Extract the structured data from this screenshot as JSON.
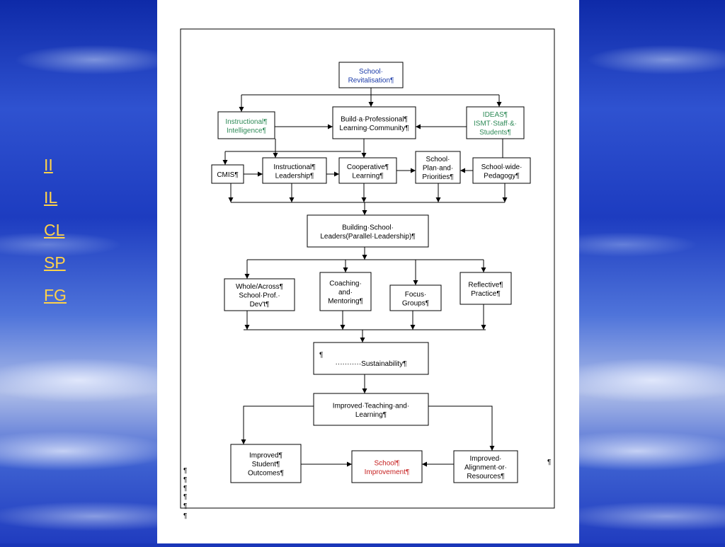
{
  "nav": {
    "items": [
      "II",
      "IL",
      "CL",
      "SP",
      "FG"
    ]
  },
  "colors": {
    "blue": "#1a3aa8",
    "green": "#2e8a57",
    "red": "#c62020",
    "nav_link": "#ffd24a"
  },
  "nodes": {
    "school_revitalisation": [
      "School·",
      "Revitalisation¶"
    ],
    "instructional_intelligence": [
      "Instructional¶",
      "Intelligence¶"
    ],
    "build_plc": [
      "Build·a·Professional¶",
      "Learning·Community¶"
    ],
    "ideas_ismt": [
      "IDEAS¶",
      "ISMT·Staff·&·",
      "Students¶"
    ],
    "cmis": [
      "CMIS¶"
    ],
    "instructional_leadership": [
      "Instructional¶",
      "Leadership¶"
    ],
    "cooperative_learning": [
      "Cooperative¶",
      "Learning¶"
    ],
    "school_plan": [
      "School·",
      "Plan·and·",
      "Priorities¶"
    ],
    "schoolwide_pedagogy": [
      "School·wide·",
      "Pedagogy¶"
    ],
    "building_school_leaders": [
      "Building·School·",
      "Leaders(Parallel·Leadership)¶"
    ],
    "whole_across": [
      "Whole/Across¶",
      "School·Prof.·",
      "Dev't¶"
    ],
    "coaching_mentoring": [
      "Coaching·",
      "and·",
      "Mentoring¶"
    ],
    "focus_groups": [
      "Focus·",
      "Groups¶"
    ],
    "reflective_practice": [
      "Reflective¶",
      "Practice¶"
    ],
    "sustainability": [
      "¶",
      "···········Sustainability¶"
    ],
    "improved_teaching": [
      "Improved·Teaching·and·",
      "Learning¶"
    ],
    "improved_outcomes": [
      "Improved¶",
      "Student¶",
      "Outcomes¶"
    ],
    "school_improvement": [
      "School¶",
      "Improvement¶"
    ],
    "improved_alignment": [
      "Improved·",
      "Alignment·or·",
      "Resources¶"
    ]
  },
  "pilcrows": [
    "¶",
    "¶",
    "¶",
    "¶",
    "¶",
    "¶",
    "¶"
  ]
}
